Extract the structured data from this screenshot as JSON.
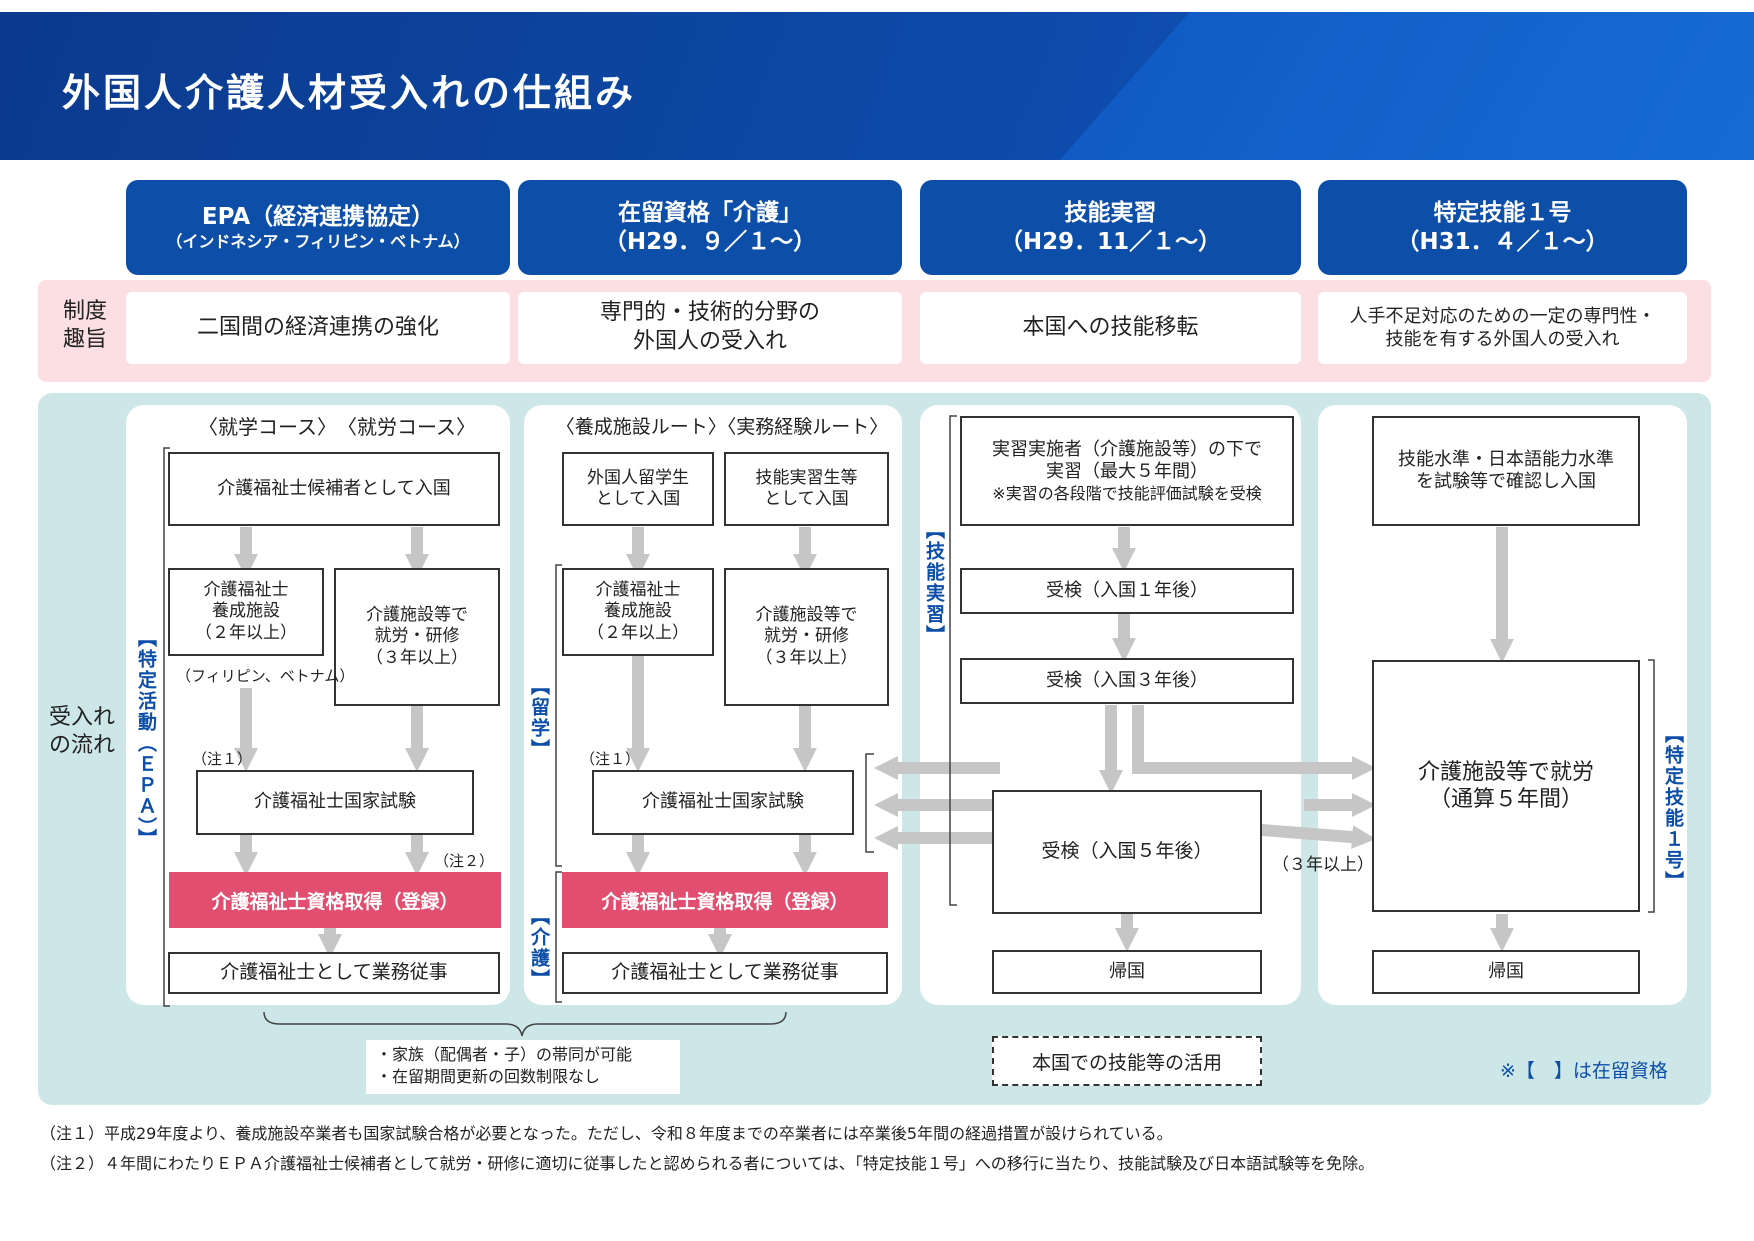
{
  "title": "外国人介護人材受入れの仕組み",
  "columns": [
    {
      "title": "EPA（経済連携協定）",
      "subtitle": "（インドネシア・フィリピン・ベトナム）"
    },
    {
      "title": "在留資格「介護」",
      "subtitle": "（H29．９／１～）"
    },
    {
      "title": "技能実習",
      "subtitle": "（H29．11／１～）"
    },
    {
      "title": "特定技能１号",
      "subtitle": "（H31．４／１～）"
    }
  ],
  "purpose": {
    "label": "制度\n趣旨",
    "items": [
      "二国間の経済連携の強化",
      "専門的・技術的分野の\n外国人の受入れ",
      "本国への技能移転",
      "人手不足対応のための一定の専門性・\n技能を有する外国人の受入れ"
    ]
  },
  "flow": {
    "label": "受入れ\nの流れ",
    "epa": {
      "courses": "〈就学コース〉　〈就労コース〉",
      "entry": "介護福祉士候補者として入国",
      "school": "介護福祉士\n養成施設\n（２年以上）",
      "work": "介護施設等で\n就労・研修\n（３年以上）",
      "countries": "（フィリピン、ベトナム）",
      "note1": "（注１）",
      "note2": "（注２）",
      "exam": "介護福祉士国家試験",
      "qualify": "介護福祉士資格取得（登録）",
      "job": "介護福祉士として業務従事",
      "status": "【特定活動（ＥＰＡ）】"
    },
    "care": {
      "routes": "〈養成施設ルート〉〈実務経験ルート〉",
      "entry_student": "外国人留学生\nとして入国",
      "entry_trainee": "技能実習生等\nとして入国",
      "school": "介護福祉士\n養成施設\n（２年以上）",
      "work": "介護施設等で\n就労・研修\n（３年以上）",
      "note1": "（注１）",
      "exam": "介護福祉士国家試験",
      "qualify": "介護福祉士資格取得（登録）",
      "job": "介護福祉士として業務従事",
      "status_study": "【留学】",
      "status_care": "【介護】"
    },
    "trainee": {
      "practice": "実習実施者（介護施設等）の下で\n実習（最大５年間）",
      "practice_note": "※実習の各段階で技能評価試験を受検",
      "test1": "受検（入国１年後）",
      "test3": "受検（入国３年後）",
      "test5": "受検（入国５年後）",
      "return": "帰国",
      "status": "【技能実習】",
      "three_years": "（３年以上）"
    },
    "ssw": {
      "check": "技能水準・日本語能力水準\nを試験等で確認し入国",
      "work": "介護施設等で就労\n（通算５年間）",
      "return": "帰国",
      "status": "【特定技能１号】"
    },
    "family": "・家族（配偶者・子）の帯同が可能\n・在留期間更新の回数制限なし",
    "home_use": "本国での技能等の活用",
    "legend": "※【　】は在留資格"
  },
  "footnotes": [
    "（注１）平成29年度より、養成施設卒業者も国家試験合格が必要となった。ただし、令和８年度までの卒業者には卒業後5年間の経過措置が設けられている。",
    "（注２）４年間にわたりＥＰＡ介護福祉士候補者として就労・研修に適切に従事したと認められる者については、「特定技能１号」への移行に当たり、技能試験及び日本語試験等を免除。"
  ],
  "colors": {
    "primary": "#0d4fa8",
    "pink_band": "#fbdfe2",
    "teal_band": "#cde7e8",
    "qualify": "#e14e6f",
    "arrow": "#c6c6c6"
  }
}
